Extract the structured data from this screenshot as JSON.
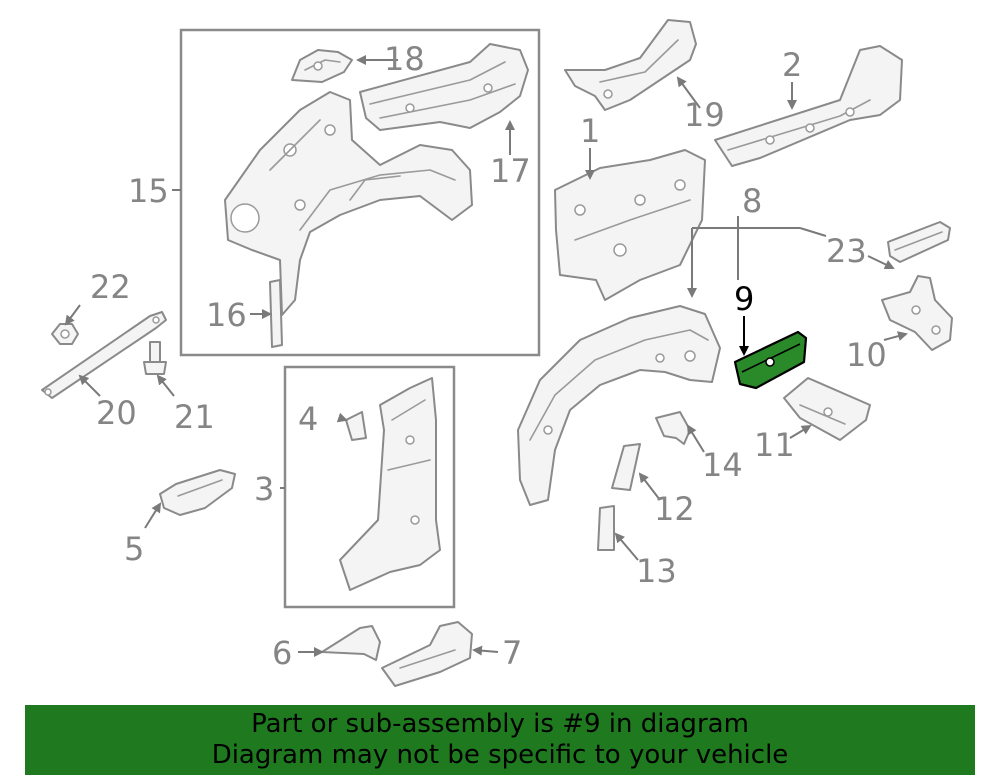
{
  "diagram": {
    "callouts": {
      "c1": "1",
      "c2": "2",
      "c3": "3",
      "c4": "4",
      "c5": "5",
      "c6": "6",
      "c7": "7",
      "c8": "8",
      "c9": "9",
      "c10": "10",
      "c11": "11",
      "c12": "12",
      "c13": "13",
      "c14": "14",
      "c15": "15",
      "c16": "16",
      "c17": "17",
      "c18": "18",
      "c19": "19",
      "c20": "20",
      "c21": "21",
      "c22": "22",
      "c23": "23"
    },
    "highlighted_part": "9",
    "highlight_color": "#2a8a2a"
  },
  "banner": {
    "line1": "Part or sub-assembly is #9 in diagram",
    "line2": "Diagram may not be specific to your vehicle",
    "background": "#1f7a1f"
  }
}
